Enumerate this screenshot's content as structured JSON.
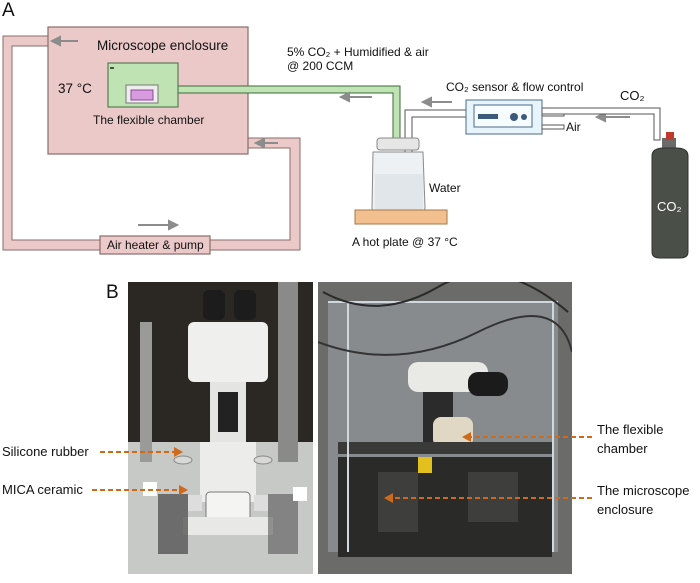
{
  "panel_a": {
    "letter": "A",
    "enclosure_label": "Microscope enclosure",
    "temperature": "37 °C",
    "chamber_label": "The flexible chamber",
    "gas_line_1": "5% CO₂ + Humidified & air",
    "gas_line_2": "@ 200 CCM",
    "sensor_label": "CO₂ sensor & flow control",
    "co2_label": "CO₂",
    "air_label": "Air",
    "water_label": "Water",
    "hotplate_label": "A hot plate @ 37 °C",
    "heater_label": "Air heater & pump",
    "tank_label": "CO₂",
    "colors": {
      "enclosure_fill": "#ecc9c9",
      "enclosure_stroke": "#8a6a6a",
      "tube_green": "#bfe3b3",
      "chamber_pink": "#d89be0",
      "tank": "#4a4f48",
      "hotplate": "#f2c08f"
    }
  },
  "panel_b": {
    "letter": "B",
    "left_labels": [
      "Silicone rubber",
      "MICA ceramic"
    ],
    "right_labels": {
      "chamber_1": "The flexible",
      "chamber_2": "chamber",
      "enclosure_1": "The microscope",
      "enclosure_2": "enclosure"
    },
    "arrow_color": "#cf6a1a"
  }
}
